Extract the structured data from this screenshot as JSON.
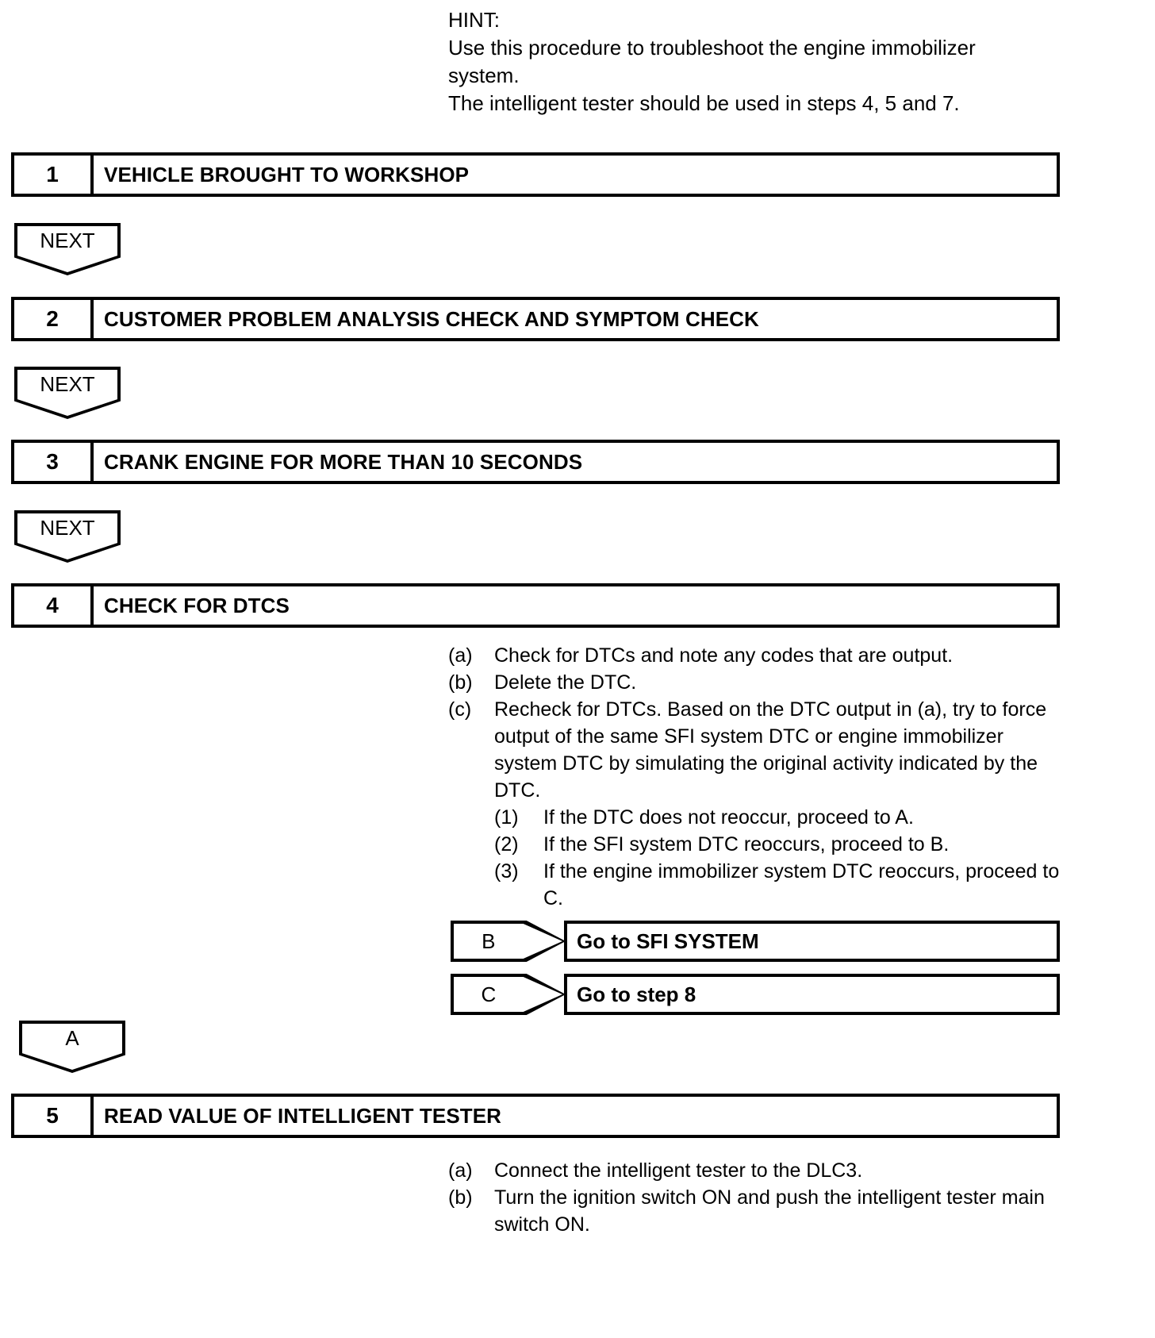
{
  "hint": {
    "label": "HINT:",
    "lines": [
      "HINT:",
      "Use this procedure to troubleshoot the engine immobilizer",
      "system.",
      "The intelligent tester should be used in steps 4, 5 and 7."
    ]
  },
  "connectors": {
    "next_label": "NEXT",
    "a_label": "A"
  },
  "steps": [
    {
      "number": "1",
      "title": "VEHICLE BROUGHT TO WORKSHOP"
    },
    {
      "number": "2",
      "title": "CUSTOMER PROBLEM ANALYSIS CHECK AND SYMPTOM CHECK"
    },
    {
      "number": "3",
      "title": "CRANK ENGINE FOR MORE THAN 10 SECONDS"
    },
    {
      "number": "4",
      "title": "CHECK FOR DTCS"
    },
    {
      "number": "5",
      "title": "READ VALUE OF INTELLIGENT TESTER"
    }
  ],
  "step4_items": [
    {
      "marker": "(a)",
      "text": "Check for DTCs and note any codes that are output."
    },
    {
      "marker": "(b)",
      "text": "Delete the DTC."
    },
    {
      "marker": "(c)",
      "text": "Recheck for DTCs. Based on the DTC output in (a), try to force output of the same SFI system DTC or engine immobilizer system DTC by simulating the original activity indicated by the DTC."
    }
  ],
  "step4_subitems": [
    {
      "marker": "(1)",
      "text": "If the DTC does not reoccur, proceed to A."
    },
    {
      "marker": "(2)",
      "text": "If the SFI system DTC reoccurs, proceed to B."
    },
    {
      "marker": "(3)",
      "text": "If the engine immobilizer system DTC reoccurs, proceed to C."
    }
  ],
  "jumps": [
    {
      "tag": "B",
      "target": "Go to SFI SYSTEM"
    },
    {
      "tag": "C",
      "target": "Go to step 8"
    }
  ],
  "step5_items": [
    {
      "marker": "(a)",
      "text": "Connect the intelligent tester to the DLC3."
    },
    {
      "marker": "(b)",
      "text": "Turn the ignition switch ON and push the intelligent tester main switch ON."
    }
  ]
}
